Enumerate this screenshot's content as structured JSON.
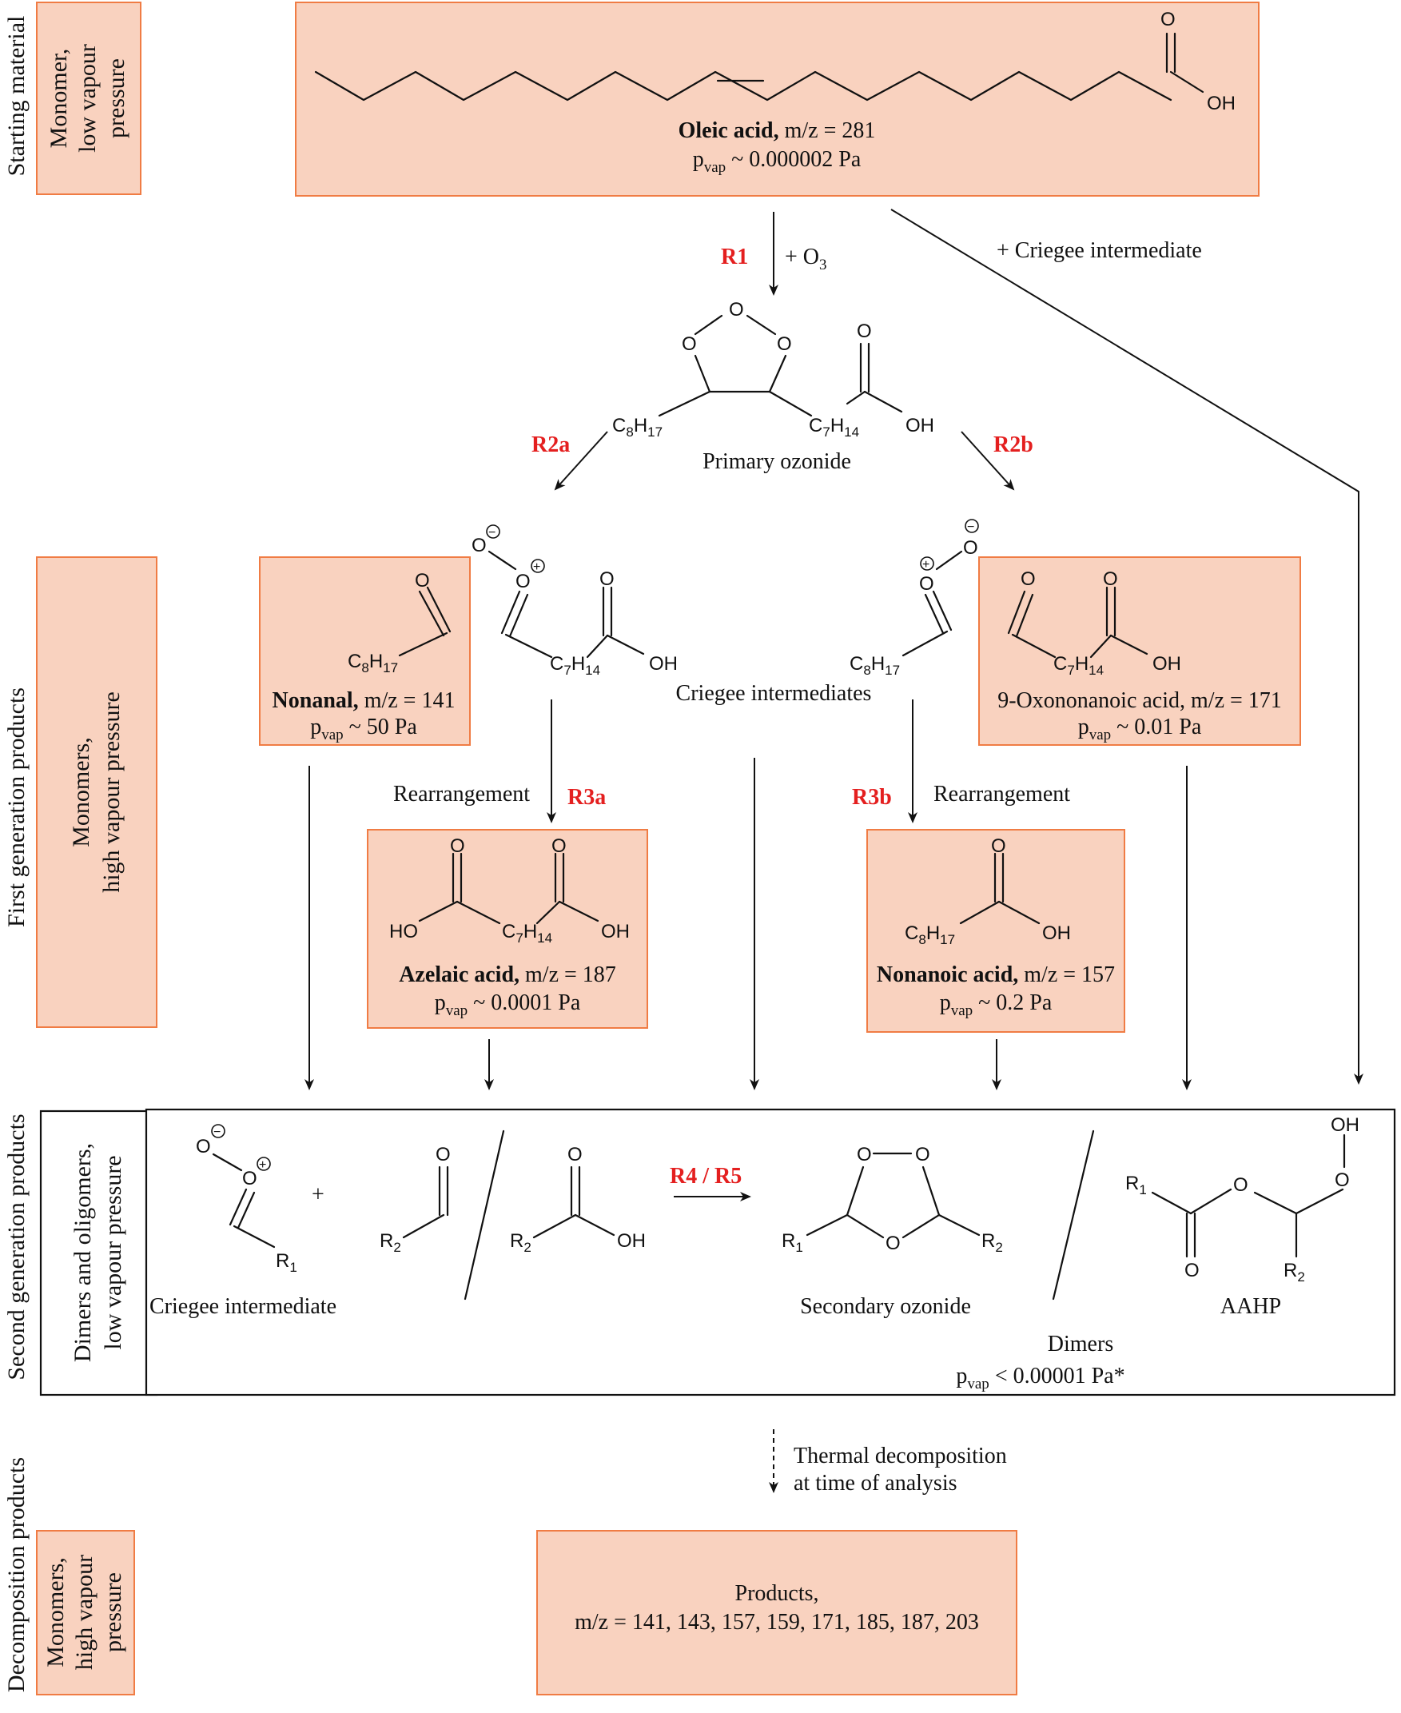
{
  "stages": {
    "starting": {
      "label": "Starting material",
      "box": [
        "Monomer,",
        "low vapour",
        "pressure"
      ]
    },
    "first": {
      "label": "First generation products",
      "box": [
        "Monomers,",
        "high vapour pressure"
      ]
    },
    "second": {
      "label": "Second generation products",
      "box": [
        "Dimers and oligomers,",
        "low vapour pressure"
      ]
    },
    "decomp": {
      "label": "Decomposition products",
      "box": [
        "Monomers,",
        "high vapour",
        "pressure"
      ]
    }
  },
  "oleic": {
    "name": "Oleic acid,",
    "mz": " m/z = 281",
    "p": "p",
    "psub": "vap",
    "pval": " ~ 0.000002 Pa",
    "oh": "OH",
    "o": "O"
  },
  "reactions": {
    "r1": "R1",
    "r1_reagent": "+ O",
    "r1_reagent_sub": "3",
    "criegee_side": "+ Criegee intermediate",
    "r2a": "R2a",
    "r2b": "R2b",
    "r3a": "R3a",
    "r3b": "R3b",
    "rearr_a": "Rearrangement",
    "rearr_b": "Rearrangement",
    "r45": "R4 / R5",
    "thermal": [
      "Thermal decomposition",
      "at time of analysis"
    ]
  },
  "ozonide": {
    "label": "Primary ozonide",
    "c8": "C",
    "c8s1": "8",
    "h17": "H",
    "h17s": "17",
    "c7": "C",
    "c7s1": "7",
    "h14": "H",
    "h14s": "14",
    "oh": "OH",
    "o": "O"
  },
  "criegee_label": "Criegee intermediates",
  "nonanal": {
    "name": "Nonanal,",
    "mz": " m/z = 141",
    "p": "p",
    "psub": "vap",
    "pval": " ~ 50 Pa"
  },
  "oxo": {
    "name": "9-Oxononanoic acid, m/z = 171",
    "p": "p",
    "psub": "vap",
    "pval": " ~ 0.01 Pa"
  },
  "azelaic": {
    "name": "Azelaic acid,",
    "mz": " m/z = 187",
    "p": "p",
    "psub": "vap",
    "pval": " ~ 0.0001 Pa",
    "ho": "HO",
    "oh": "OH"
  },
  "nonanoic": {
    "name": "Nonanoic acid,",
    "mz": " m/z = 157",
    "p": "p",
    "psub": "vap",
    "pval": " ~ 0.2 Pa",
    "oh": "OH"
  },
  "second": {
    "criegee": "Criegee intermediate",
    "plus": "+",
    "sec_oz": "Secondary ozonide",
    "aahp": "AAHP",
    "dimers": "Dimers",
    "p": "p",
    "psub": "vap",
    "pval": " < 0.00001 Pa*",
    "r1": "R",
    "r1s": "1",
    "r2": "R",
    "r2s": "2",
    "oh": "OH",
    "o": "O"
  },
  "products": {
    "line1": "Products,",
    "line2": "m/z = 141, 143, 157, 159, 171, 185, 187, 203"
  },
  "charges": {
    "minus": "−",
    "plus": "+"
  }
}
